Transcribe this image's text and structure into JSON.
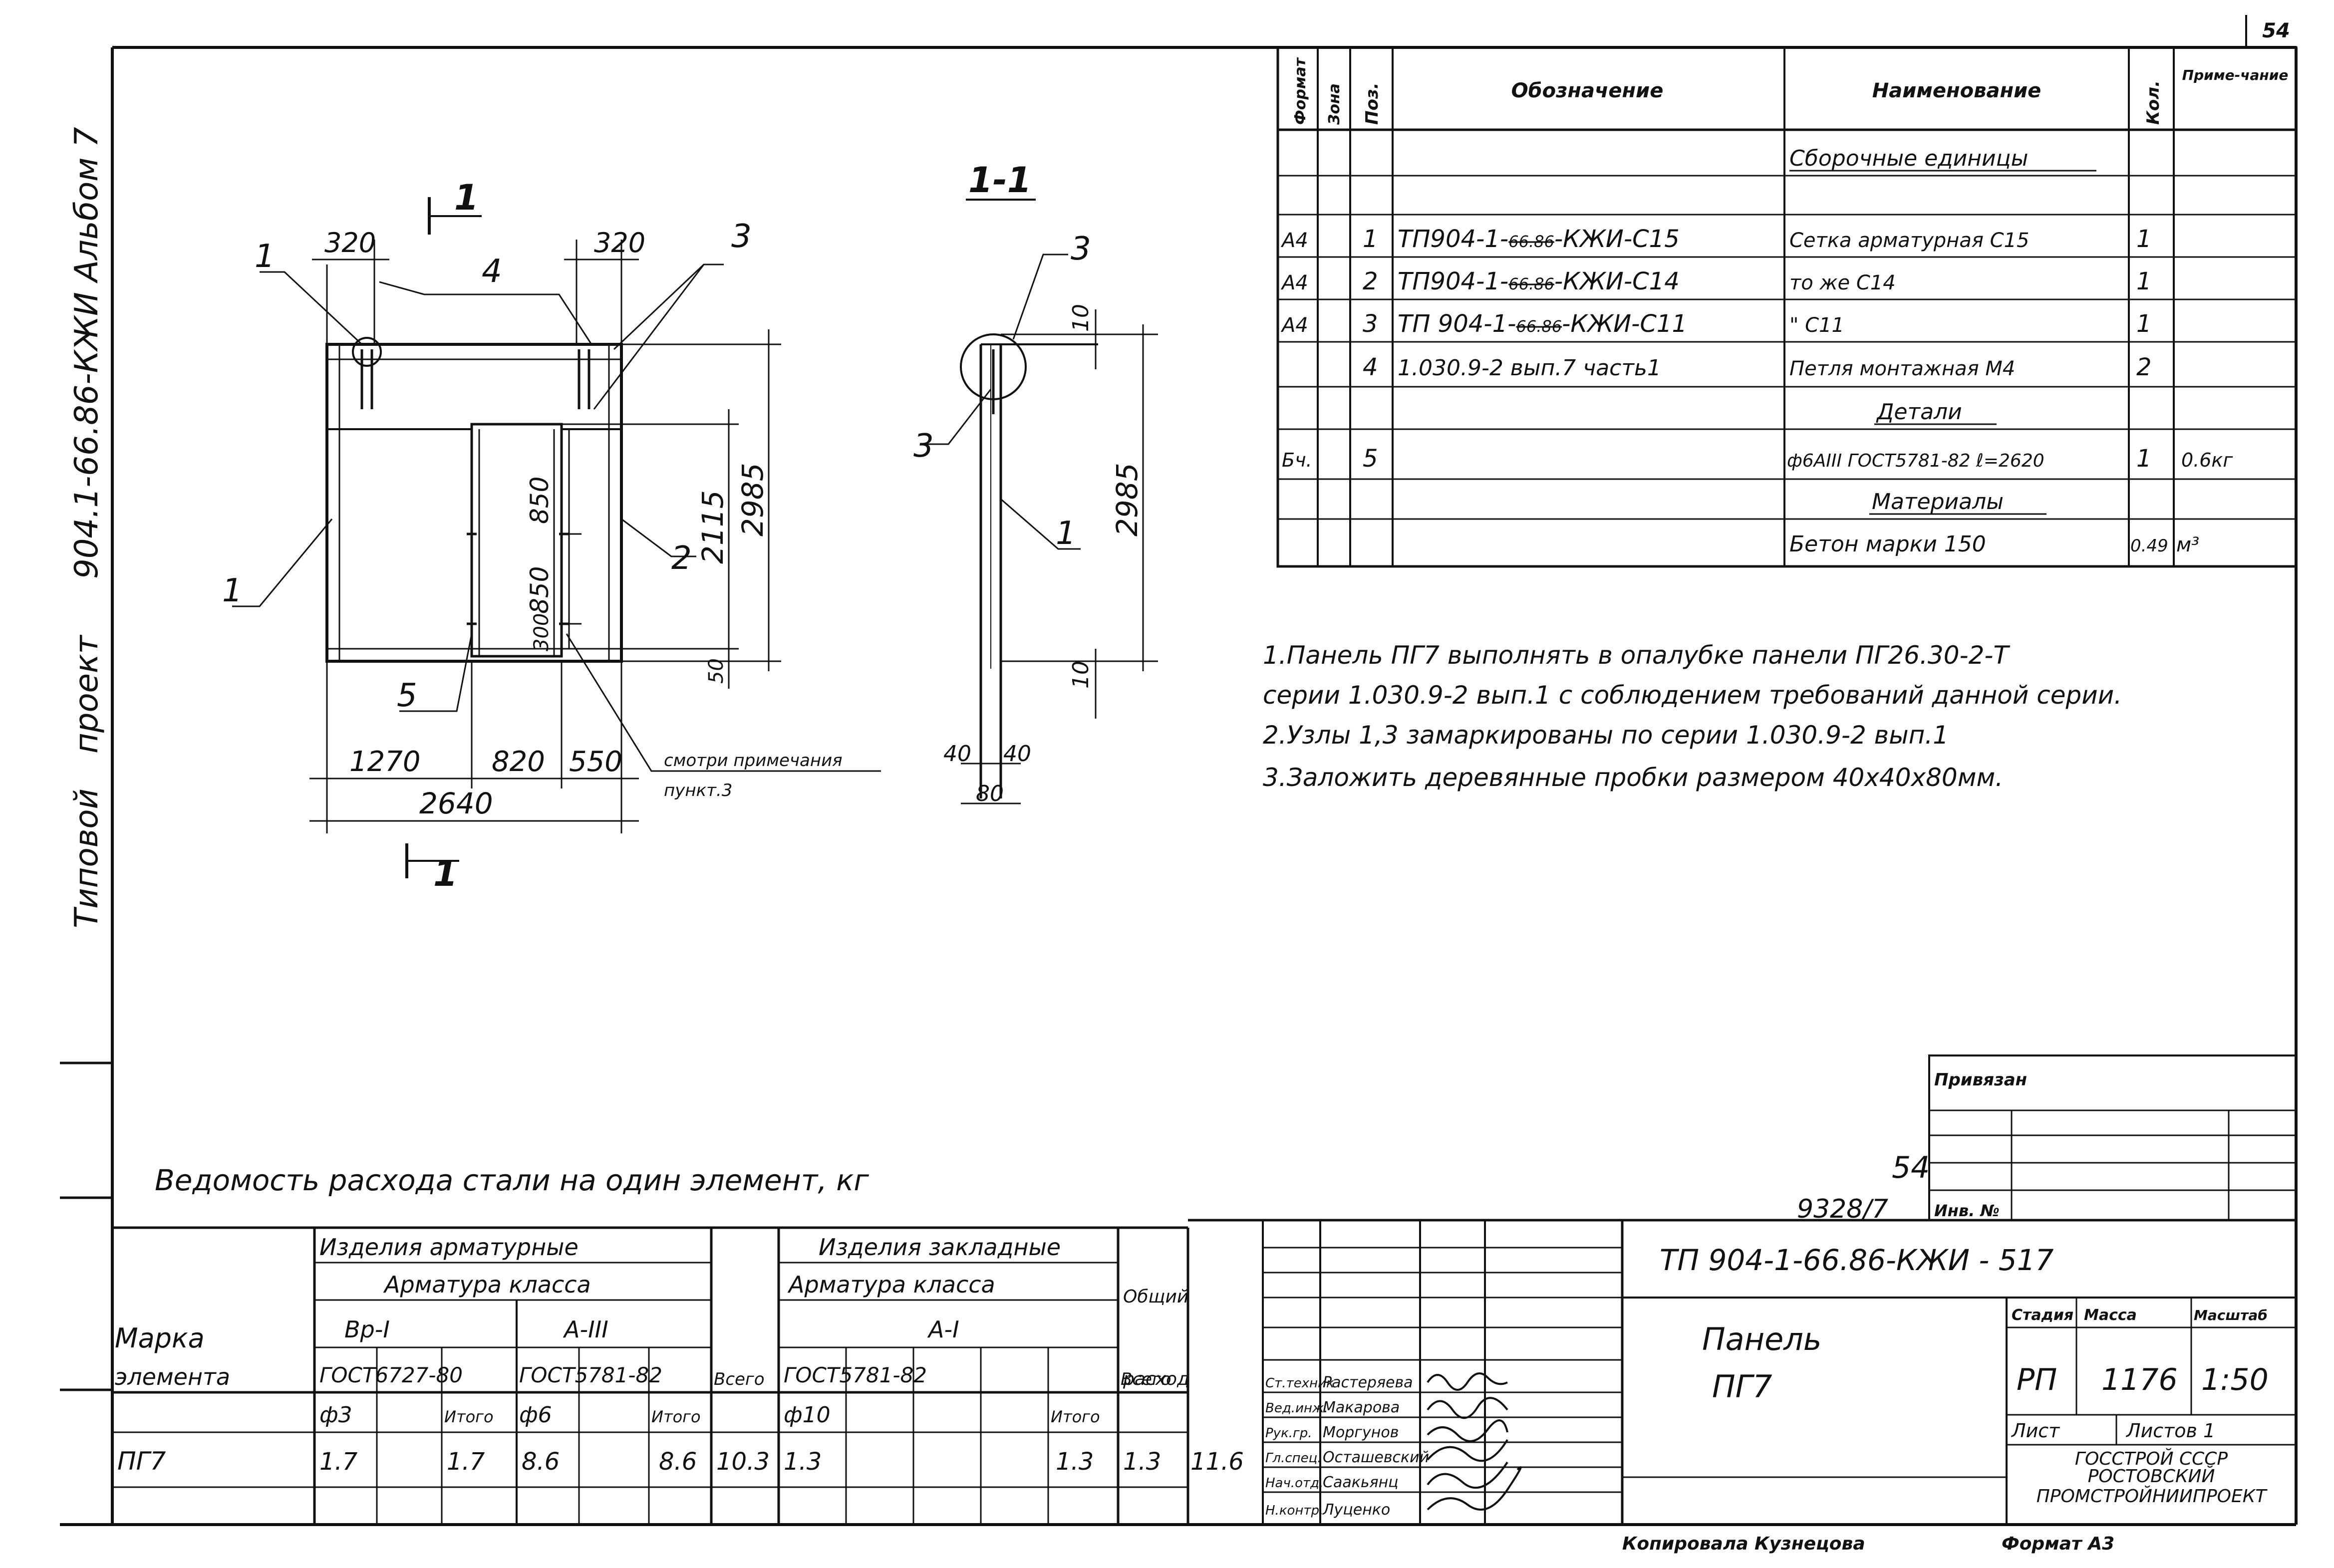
{
  "page_number": "54",
  "side": {
    "line1": "Типовой",
    "line2": "проект",
    "line3": "904.1-66.86-КЖИ Альбом 7"
  },
  "drawing": {
    "section_mark": "1",
    "section_title": "1-1",
    "dim_320": "320",
    "dim_2985": "2985",
    "dim_2115": "2115",
    "dim_850": "850",
    "dim_300": "300",
    "dim_50": "50",
    "dim_1270": "1270",
    "dim_820": "820",
    "dim_550": "550",
    "dim_2640": "2640",
    "dim_10": "10",
    "dim_40": "40",
    "dim_80": "80",
    "note_ref_line1": "смотри примечания",
    "note_ref_line2": "пункт.3",
    "pos_1": "1",
    "pos_2": "2",
    "pos_3": "3",
    "pos_4": "4",
    "pos_5": "5"
  },
  "spec": {
    "headers": {
      "format": "Формат",
      "zone": "Зона",
      "pos": "Поз.",
      "designation": "Обозначение",
      "name": "Наименование",
      "qty": "Кол.",
      "note": "Приме-чание"
    },
    "section_assembly": "Сборочные единицы",
    "rows": [
      {
        "format": "А4",
        "pos": "1",
        "des_a": "ТП904-1-",
        "des_strike": "66.86",
        "des_b": "-КЖИ-С15",
        "name": "Сетка арматурная С15",
        "qty": "1",
        "note": ""
      },
      {
        "format": "А4",
        "pos": "2",
        "des_a": "ТП904-1-",
        "des_strike": "66.86",
        "des_b": "-КЖИ-С14",
        "name": "то же С14",
        "qty": "1",
        "note": ""
      },
      {
        "format": "А4",
        "pos": "3",
        "des_a": "ТП 904-1-",
        "des_strike": "66.86",
        "des_b": "-КЖИ-С11",
        "name": "\" С11",
        "qty": "1",
        "note": ""
      },
      {
        "format": "",
        "pos": "4",
        "des_a": "1.030.9-2 вып.7 часть1",
        "des_strike": "",
        "des_b": "",
        "name": "Петля монтажная М4",
        "qty": "2",
        "note": ""
      }
    ],
    "section_details": "Детали",
    "detail_row": {
      "format": "Бч.",
      "pos": "5",
      "name": "ф6АIII ГОСТ5781-82 ℓ=2620",
      "qty": "1",
      "note": "0.6кг"
    },
    "section_materials": "Материалы",
    "material_row": {
      "name": "Бетон марки 150",
      "qty": "0.49",
      "note": "м³"
    }
  },
  "notes": [
    "1.Панель ПГ7 выполнять в опалубке панели ПГ26.30-2-Т",
    "серии 1.030.9-2 вып.1 с соблюдением требований данной серии.",
    "2.Узлы 1,3 замаркированы по серии 1.030.9-2 вып.1",
    "3.Заложить деревянные пробки размером 40х40х80мм."
  ],
  "steel_title": "Ведомость расхода стали на один элемент, кг",
  "steel": {
    "h_mark_1": "Марка",
    "h_mark_2": "элемента",
    "h_rebar": "Изделия арматурные",
    "h_rebar_class": "Арматура класса",
    "h_bpi": "Вр-I",
    "h_aiii": "А-III",
    "h_gost6727": "ГОСТ6727-80",
    "h_gost5781a": "ГОСТ5781-82",
    "h_total": "Всего",
    "h_embedded": "Изделия закладные",
    "h_emb_class": "Арматура класса",
    "h_ai": "А-I",
    "h_gost5781b": "ГОСТ5781-82",
    "h_total2": "Всего",
    "h_overall_1": "Общий",
    "h_overall_2": "расход",
    "h_f3": "ф3",
    "h_itogo1": "Итого",
    "h_f6": "ф6",
    "h_itogo2": "Итого",
    "h_f10": "ф10",
    "h_itogo3": "Итого",
    "row_mark": "ПГ7",
    "v_f3": "1.7",
    "v_itogo1": "1.7",
    "v_f6": "8.6",
    "v_itogo2": "8.6",
    "v_total": "10.3",
    "v_f10": "1.3",
    "v_itogo3": "1.3",
    "v_total2": "1.3",
    "v_overall": "11.6"
  },
  "stamp": {
    "privyazan": "Привязан",
    "inv": "Инв. №",
    "archive_54": "54",
    "archive_num": "9328/7",
    "doc_code": "ТП 904-1-66.86-КЖИ - 517",
    "title_1": "Панель",
    "title_2": "ПГ7",
    "h_stage": "Стадия",
    "h_mass": "Масса",
    "h_scale": "Масштаб",
    "stage": "РП",
    "mass": "1176",
    "scale": "1:50",
    "sheet": "Лист",
    "sheets": "Листов 1",
    "org_1": "ГОССТРОЙ СССР",
    "org_2": "РОСТОВСКИЙ",
    "org_3": "ПРОМСТРОЙНИИПРОЕКТ",
    "signers": [
      {
        "role": "Ст.техник",
        "name": "Растеряева"
      },
      {
        "role": "Вед.инж.",
        "name": "Макарова"
      },
      {
        "role": "Рук.гр.",
        "name": "Моргунов"
      },
      {
        "role": "Гл.спец.",
        "name": "Осташевский"
      },
      {
        "role": "Нач.отд.",
        "name": "Саакьянц"
      },
      {
        "role": "Н.контр.",
        "name": "Луценко"
      }
    ]
  },
  "copied": "Копировала Кузнецова",
  "format": "Формат А3"
}
